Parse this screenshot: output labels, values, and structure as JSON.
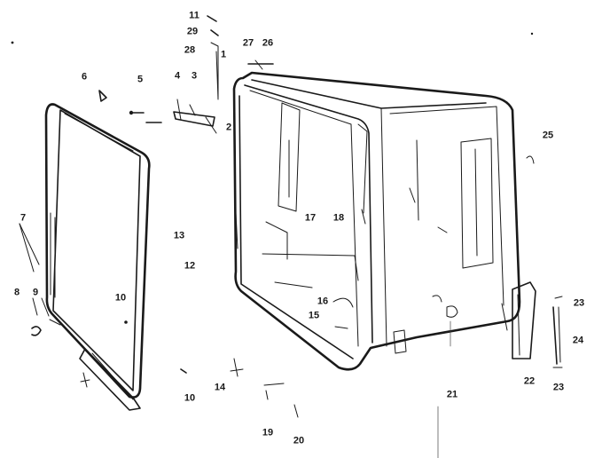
{
  "diagram": {
    "callouts": [
      {
        "id": "c11",
        "text": "11"
      },
      {
        "id": "c29",
        "text": "29"
      },
      {
        "id": "c28",
        "text": "28"
      },
      {
        "id": "c1",
        "text": "1"
      },
      {
        "id": "c27",
        "text": "27"
      },
      {
        "id": "c26",
        "text": "26"
      },
      {
        "id": "c6",
        "text": "6"
      },
      {
        "id": "c5",
        "text": "5"
      },
      {
        "id": "c4",
        "text": "4"
      },
      {
        "id": "c3",
        "text": "3"
      },
      {
        "id": "c2",
        "text": "2"
      },
      {
        "id": "c25",
        "text": "25"
      },
      {
        "id": "c7",
        "text": "7"
      },
      {
        "id": "c17",
        "text": "17"
      },
      {
        "id": "c18",
        "text": "18"
      },
      {
        "id": "c13",
        "text": "13"
      },
      {
        "id": "c12",
        "text": "12"
      },
      {
        "id": "c8",
        "text": "8"
      },
      {
        "id": "c9",
        "text": "9"
      },
      {
        "id": "c10a",
        "text": "10"
      },
      {
        "id": "c16",
        "text": "16"
      },
      {
        "id": "c15",
        "text": "15"
      },
      {
        "id": "c23a",
        "text": "23"
      },
      {
        "id": "c24",
        "text": "24"
      },
      {
        "id": "c23b",
        "text": "23"
      },
      {
        "id": "c22",
        "text": "22"
      },
      {
        "id": "c21",
        "text": "21"
      },
      {
        "id": "c10b",
        "text": "10"
      },
      {
        "id": "c14",
        "text": "14"
      },
      {
        "id": "c19",
        "text": "19"
      },
      {
        "id": "c20",
        "text": "20"
      }
    ]
  }
}
